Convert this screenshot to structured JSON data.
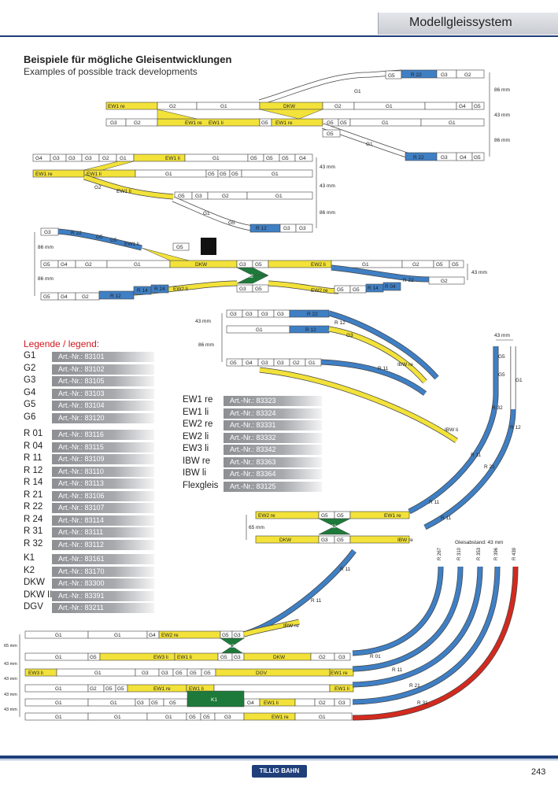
{
  "header": {
    "title": "Modellgleissystem"
  },
  "heading": {
    "title": "Beispiele für mögliche Gleisentwicklungen",
    "subtitle": "Examples of possible track developments"
  },
  "legend": {
    "heading": "Legende / legend:",
    "col1": [
      {
        "name": "G1",
        "art": "Art.-Nr.: 83101"
      },
      {
        "name": "G2",
        "art": "Art.-Nr.: 83102"
      },
      {
        "name": "G3",
        "art": "Art.-Nr.: 83105"
      },
      {
        "name": "G4",
        "art": "Art.-Nr.: 83103"
      },
      {
        "name": "G5",
        "art": "Art.-Nr.: 83104"
      },
      {
        "name": "G6",
        "art": "Art.-Nr.: 83120"
      },
      {
        "name": "R 01",
        "art": "Art.-Nr.: 83116"
      },
      {
        "name": "R 04",
        "art": "Art.-Nr.: 83115"
      },
      {
        "name": "R 11",
        "art": "Art.-Nr.: 83109"
      },
      {
        "name": "R 12",
        "art": "Art.-Nr.: 83110"
      },
      {
        "name": "R 14",
        "art": "Art.-Nr.: 83113"
      },
      {
        "name": "R 21",
        "art": "Art.-Nr.: 83106"
      },
      {
        "name": "R 22",
        "art": "Art.-Nr.: 83107"
      },
      {
        "name": "R 24",
        "art": "Art.-Nr.: 83114"
      },
      {
        "name": "R 31",
        "art": "Art.-Nr.: 83111"
      },
      {
        "name": "R 32",
        "art": "Art.-Nr.: 83112"
      },
      {
        "name": "K1",
        "art": "Art.-Nr.: 83161"
      },
      {
        "name": "K2",
        "art": "Art.-Nr.: 83170"
      },
      {
        "name": "DKW",
        "art": "Art.-Nr.: 83300"
      },
      {
        "name": "DKW II",
        "art": "Art.-Nr.: 83391"
      },
      {
        "name": "DGV",
        "art": "Art.-Nr.: 83211"
      }
    ],
    "col2": [
      {
        "name": "EW1 re",
        "art": "Art.-Nr.: 83323"
      },
      {
        "name": "EW1 li",
        "art": "Art.-Nr.: 83324"
      },
      {
        "name": "EW2 re",
        "art": "Art.-Nr.: 83331"
      },
      {
        "name": "EW2 li",
        "art": "Art.-Nr.: 83332"
      },
      {
        "name": "EW3 li",
        "art": "Art.-Nr.: 83342"
      },
      {
        "name": "IBW re",
        "art": "Art.-Nr.: 83363"
      },
      {
        "name": "IBW li",
        "art": "Art.-Nr.: 83364"
      },
      {
        "name": "Flexgleis",
        "art": "Art.-Nr.: 83125"
      }
    ]
  },
  "dimensions": {
    "d86": "86 mm",
    "d43": "43 mm",
    "d65": "65 mm",
    "spacing": "Gleisabstand: 43 mm"
  },
  "radii": [
    "R 267",
    "R 310",
    "R 353",
    "R 396",
    "R 439"
  ],
  "footer": {
    "logo": "TILLIG BAHN",
    "page": "243"
  },
  "colors": {
    "straight": "#ffffff",
    "curve": "#3f7fc4",
    "turnout": "#f2e23a",
    "crossing": "#1e7a3a",
    "flex": "#d32a1f",
    "accent": "#1f3f7a"
  }
}
